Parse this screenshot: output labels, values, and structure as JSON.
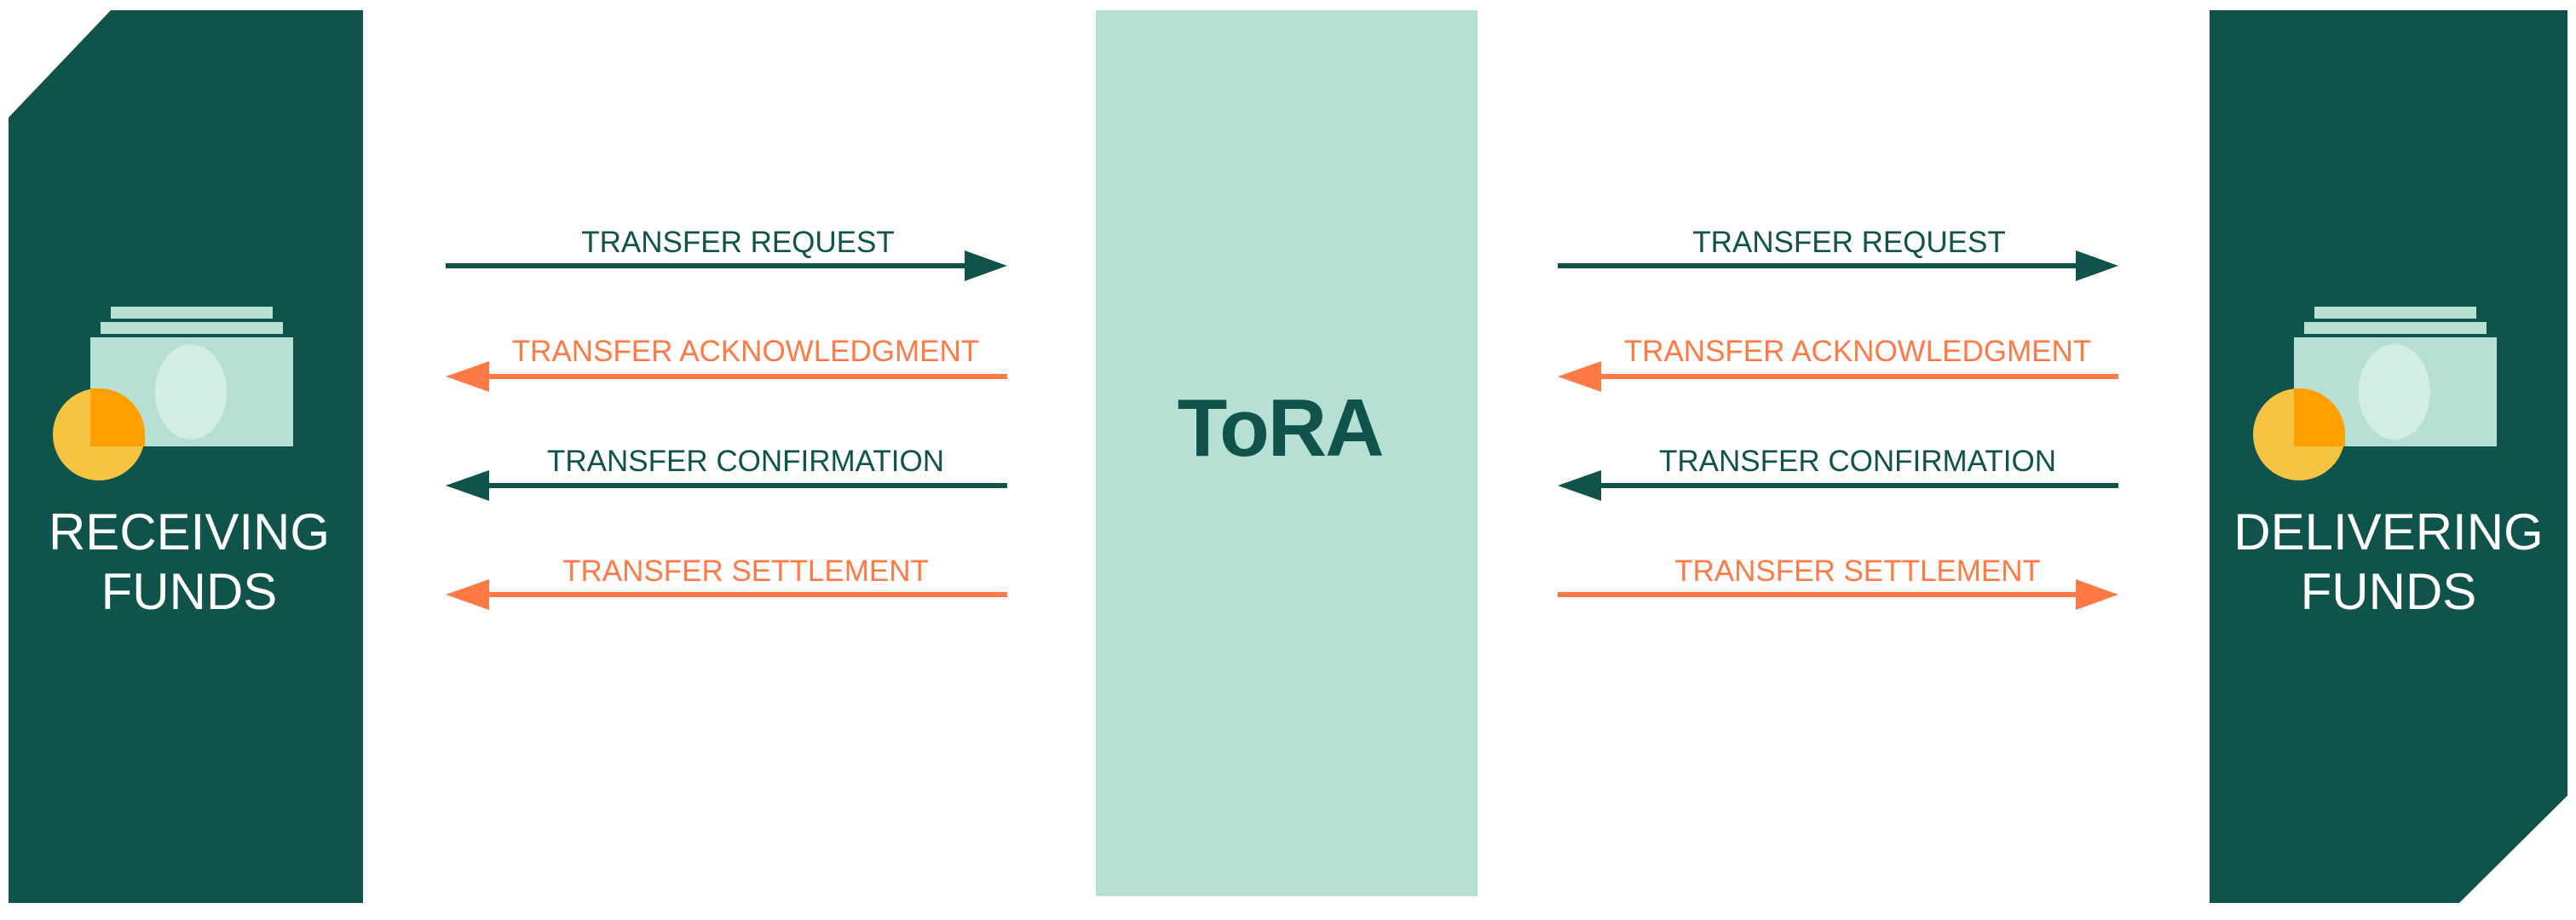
{
  "colors": {
    "dark_green": "#10534A",
    "mint": "#B6E0D4",
    "orange": "#FF7A45",
    "coin_yellow": "#F5C443",
    "coin_orange": "#FFA000",
    "bill": "#B6E0D4",
    "bill_highlight": "#D2EDE5",
    "background": "#FFFFFF"
  },
  "left_panel": {
    "title_line1": "RECEIVING",
    "title_line2": "FUNDS",
    "icon": "money-cash-icon"
  },
  "right_panel": {
    "title_line1": "DELIVERING",
    "title_line2": "FUNDS",
    "icon": "money-cash-icon"
  },
  "center": {
    "title": "ToRA"
  },
  "left_flows": [
    {
      "label": "TRANSFER REQUEST",
      "color": "dark_green",
      "direction": "right"
    },
    {
      "label": "TRANSFER ACKNOWLEDGMENT",
      "color": "orange",
      "direction": "left"
    },
    {
      "label": "TRANSFER CONFIRMATION",
      "color": "dark_green",
      "direction": "left"
    },
    {
      "label": "TRANSFER SETTLEMENT",
      "color": "orange",
      "direction": "left"
    }
  ],
  "right_flows": [
    {
      "label": "TRANSFER REQUEST",
      "color": "dark_green",
      "direction": "right"
    },
    {
      "label": "TRANSFER ACKNOWLEDGMENT",
      "color": "orange",
      "direction": "left"
    },
    {
      "label": "TRANSFER CONFIRMATION",
      "color": "dark_green",
      "direction": "left"
    },
    {
      "label": "TRANSFER SETTLEMENT",
      "color": "orange",
      "direction": "right"
    }
  ]
}
